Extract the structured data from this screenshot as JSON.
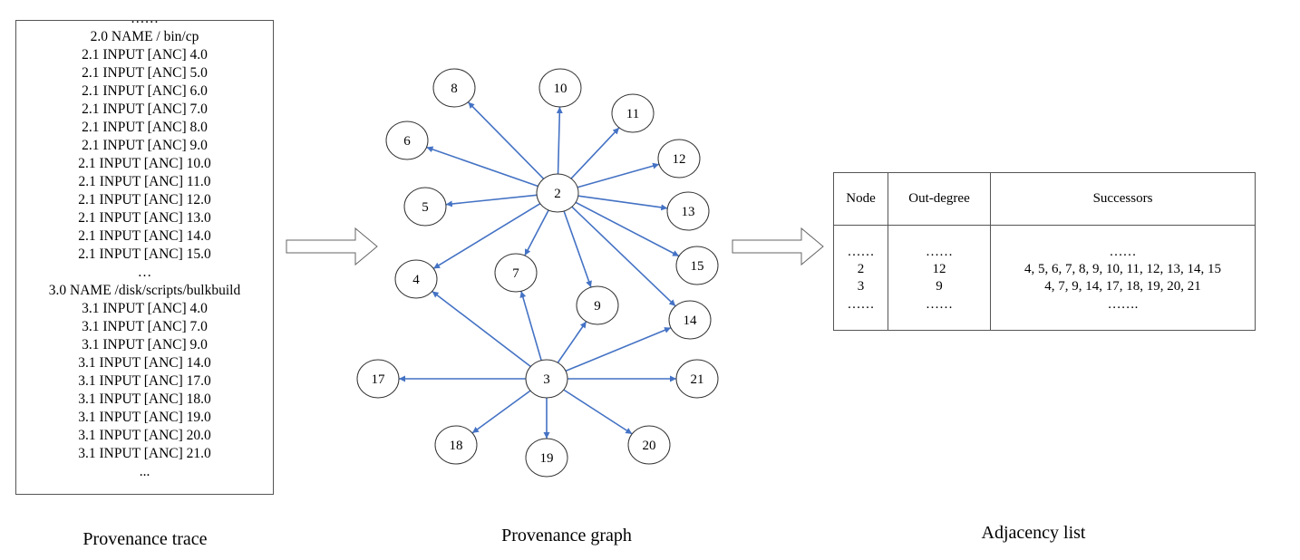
{
  "trace": {
    "lines": [
      "……",
      "2.0 NAME / bin/cp",
      "2.1 INPUT [ANC] 4.0",
      "2.1 INPUT [ANC] 5.0",
      "2.1 INPUT [ANC] 6.0",
      "2.1 INPUT [ANC] 7.0",
      "2.1 INPUT [ANC] 8.0",
      "2.1 INPUT [ANC] 9.0",
      "2.1 INPUT [ANC] 10.0",
      "2.1 INPUT [ANC] 11.0",
      "2.1 INPUT [ANC] 12.0",
      "2.1 INPUT [ANC] 13.0",
      "2.1 INPUT [ANC] 14.0",
      "2.1 INPUT [ANC] 15.0",
      "…",
      "3.0 NAME /disk/scripts/bulkbuild",
      "3.1 INPUT [ANC] 4.0",
      "3.1 INPUT [ANC] 7.0",
      "3.1 INPUT [ANC] 9.0",
      "3.1 INPUT [ANC] 14.0",
      "3.1 INPUT [ANC] 17.0",
      "3.1 INPUT [ANC] 18.0",
      "3.1 INPUT [ANC] 19.0",
      "3.1 INPUT [ANC] 20.0",
      "3.1 INPUT [ANC] 21.0",
      "..."
    ]
  },
  "graph": {
    "nodes": [
      "2",
      "3",
      "4",
      "5",
      "6",
      "7",
      "8",
      "9",
      "10",
      "11",
      "12",
      "13",
      "14",
      "15",
      "17",
      "18",
      "19",
      "20",
      "21"
    ],
    "edges": [
      [
        "2",
        "4"
      ],
      [
        "2",
        "5"
      ],
      [
        "2",
        "6"
      ],
      [
        "2",
        "7"
      ],
      [
        "2",
        "8"
      ],
      [
        "2",
        "9"
      ],
      [
        "2",
        "10"
      ],
      [
        "2",
        "11"
      ],
      [
        "2",
        "12"
      ],
      [
        "2",
        "13"
      ],
      [
        "2",
        "14"
      ],
      [
        "2",
        "15"
      ],
      [
        "3",
        "4"
      ],
      [
        "3",
        "7"
      ],
      [
        "3",
        "9"
      ],
      [
        "3",
        "14"
      ],
      [
        "3",
        "17"
      ],
      [
        "3",
        "18"
      ],
      [
        "3",
        "19"
      ],
      [
        "3",
        "20"
      ],
      [
        "3",
        "21"
      ]
    ],
    "edge_color": "#4472c4",
    "node_fill": "#ffffff",
    "node_stroke": "#333333"
  },
  "adjacency": {
    "headers": {
      "node": "Node",
      "out_degree": "Out-degree",
      "successors": "Successors"
    },
    "rows": [
      {
        "node": "……",
        "out_degree": "……",
        "successors": "……"
      },
      {
        "node": "2",
        "out_degree": "12",
        "successors": "4, 5, 6, 7, 8, 9, 10, 11, 12, 13, 14, 15"
      },
      {
        "node": "3",
        "out_degree": "9",
        "successors": "4, 7, 9, 14, 17, 18, 19, 20, 21"
      },
      {
        "node": "……",
        "out_degree": "……",
        "successors": "……."
      }
    ]
  },
  "captions": {
    "trace": "Provenance trace",
    "graph": "Provenance graph",
    "adjacency": "Adjacency list"
  }
}
